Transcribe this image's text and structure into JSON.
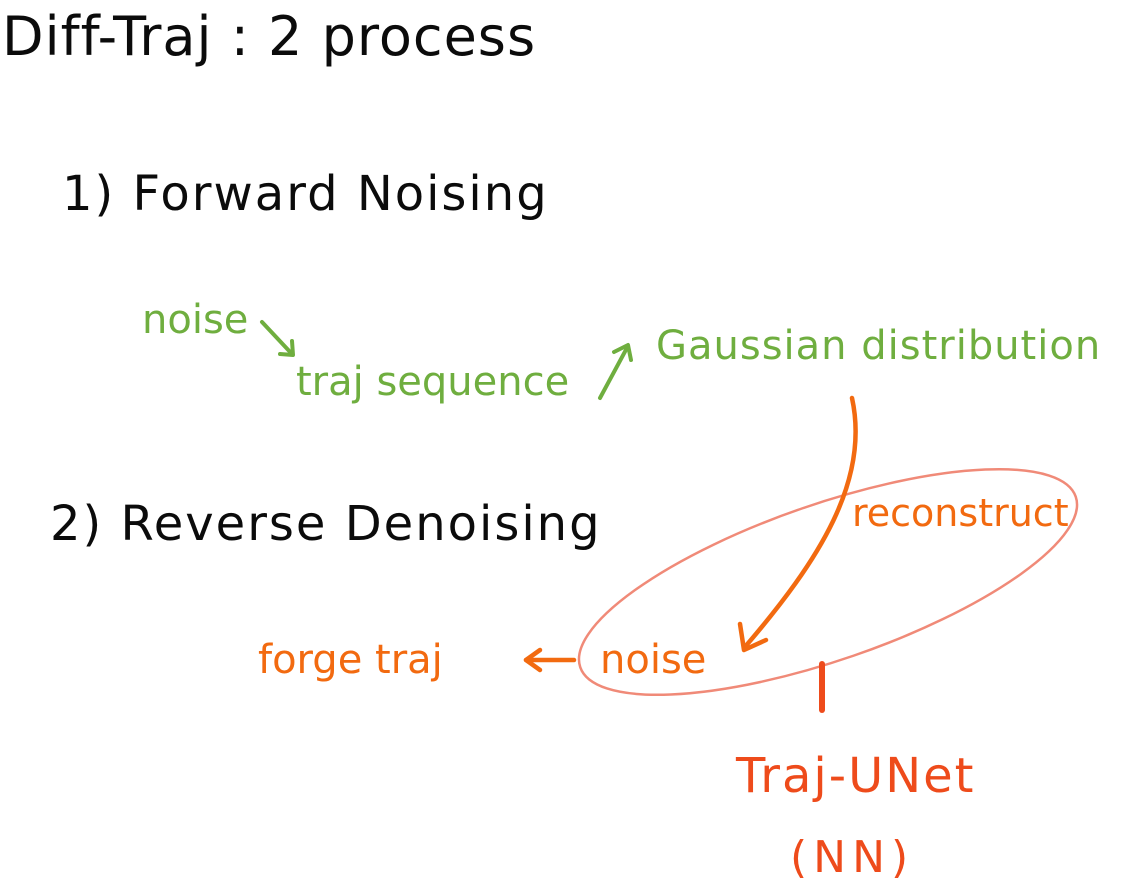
{
  "title": "Diff-Traj  :  2 process",
  "forward": {
    "heading": "1)  Forward  Noising",
    "noise": "noise",
    "traj_sequence": "traj sequence",
    "gaussian": "Gaussian distribution"
  },
  "reverse": {
    "heading": "2)  Reverse  Denoising",
    "reconstruct": "reconstruct",
    "noise": "noise",
    "forge_traj": "forge traj"
  },
  "model": {
    "name": "Traj-UNet",
    "type": "(NN)"
  },
  "colors": {
    "ink": "#0b0b0b",
    "forward_green": "#6fae3f",
    "reverse_orange": "#f26a10",
    "ellipse_salmon": "#f08a78",
    "model_red": "#ee4b1b"
  }
}
